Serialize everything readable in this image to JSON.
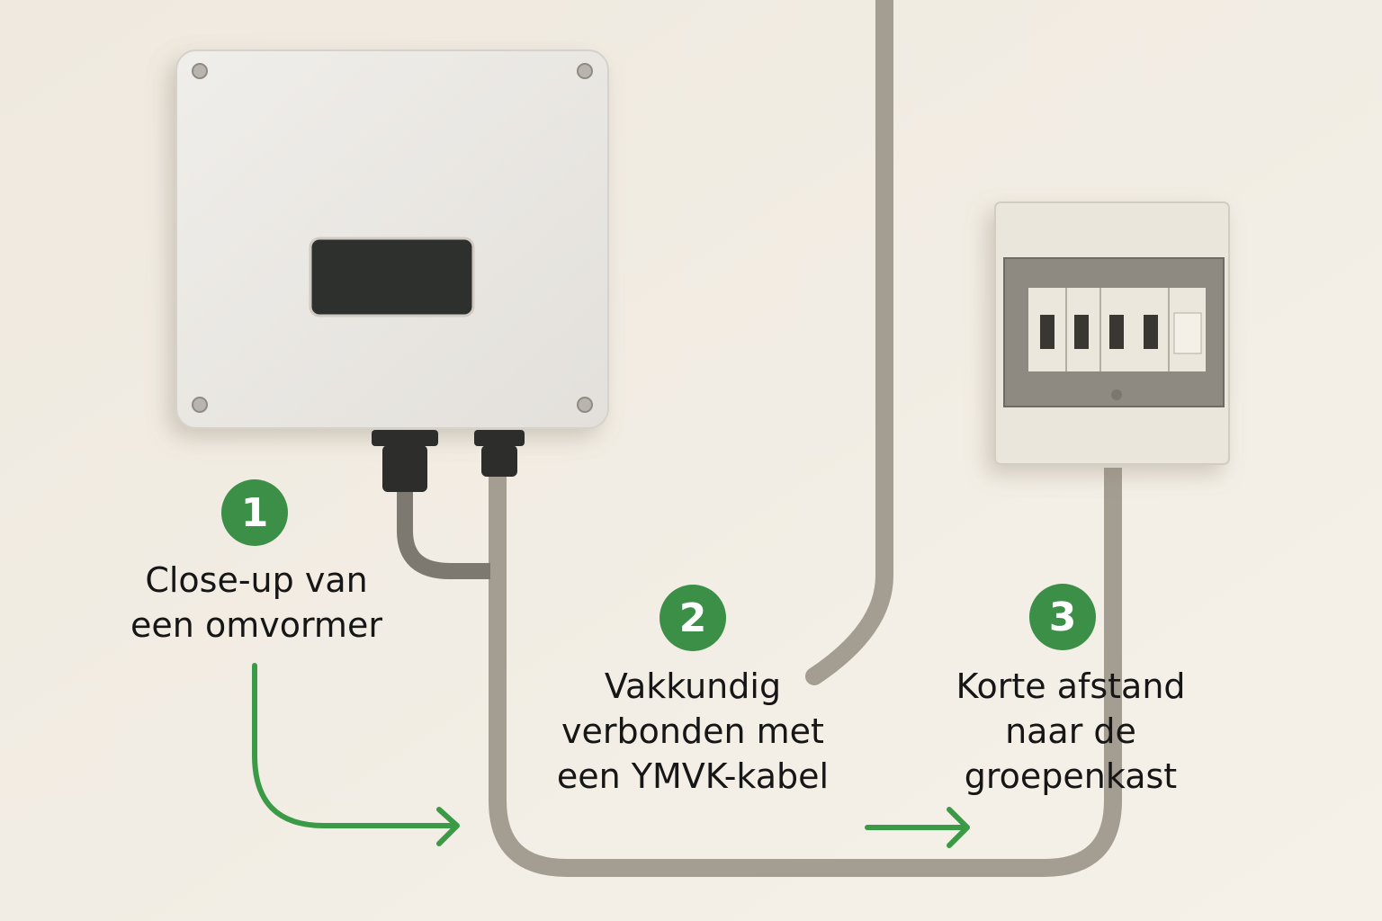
{
  "steps": [
    {
      "number": "1",
      "text": "Close-up van\neen omvormer"
    },
    {
      "number": "2",
      "text": "Vakkundig\nverbonden met\neen YMVK-kabel"
    },
    {
      "number": "3",
      "text": "Korte afstand\nnaar de\ngroepenkast"
    }
  ],
  "colors": {
    "accent": "#3b8f46",
    "cable": "#a39d92",
    "wall": "#f2ede3"
  }
}
